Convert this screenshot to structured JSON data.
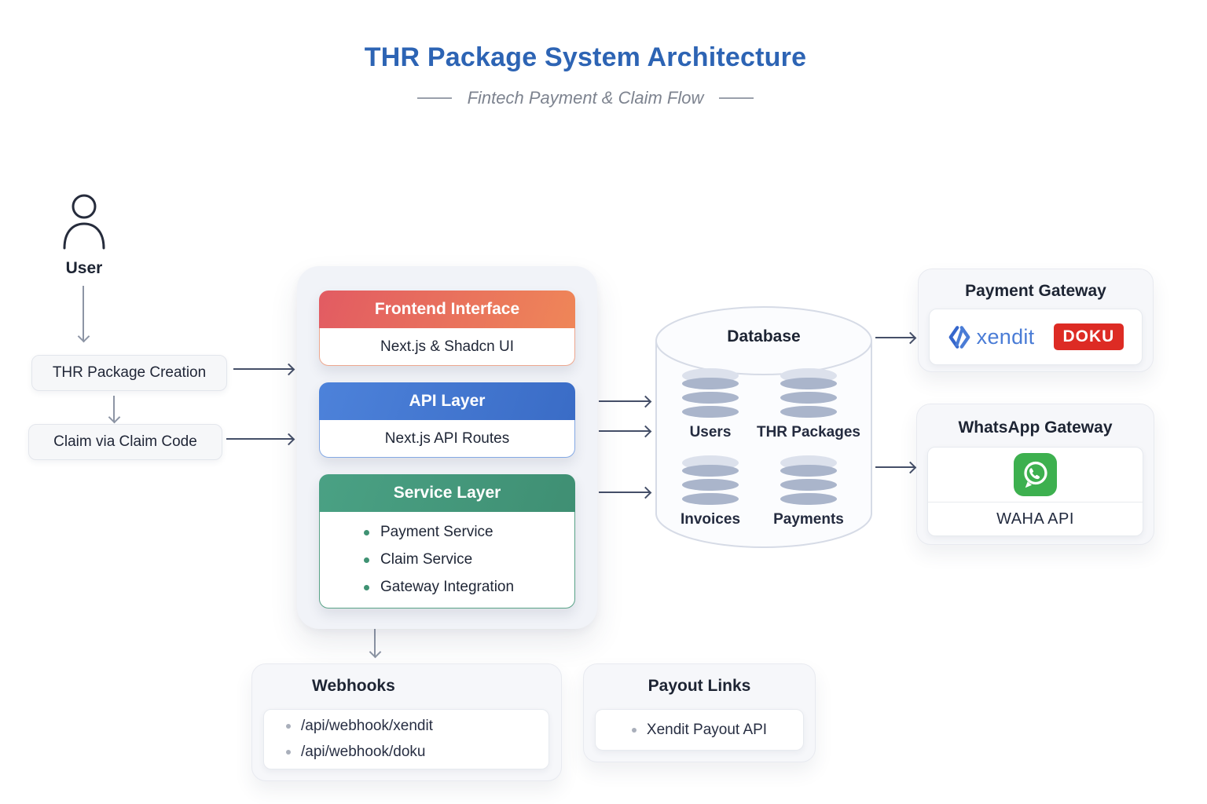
{
  "header": {
    "title": "THR Package System Architecture",
    "subtitle": "Fintech Payment & Claim Flow"
  },
  "actors": {
    "user_label": "User"
  },
  "flow_boxes": {
    "thr_creation": "THR Package Creation",
    "claim_code": "Claim via Claim Code"
  },
  "stack": {
    "frontend": {
      "title": "Frontend Interface",
      "tech": "Next.js & Shadcn UI"
    },
    "api": {
      "title": "API Layer",
      "tech": "Next.js API Routes"
    },
    "service": {
      "title": "Service Layer",
      "items": [
        "Payment Service",
        "Claim Service",
        "Gateway Integration"
      ]
    }
  },
  "database": {
    "title": "Database",
    "tables": [
      "Users",
      "THR Packages",
      "Invoices",
      "Payments"
    ]
  },
  "payment_gateway": {
    "title": "Payment Gateway",
    "providers": {
      "xendit": "xendit",
      "doku": "DOKU"
    }
  },
  "whatsapp_gateway": {
    "title": "WhatsApp Gateway",
    "api": "WAHA API"
  },
  "webhooks": {
    "title": "Webhooks",
    "endpoints": [
      "/api/webhook/xendit",
      "/api/webhook/doku"
    ]
  },
  "payout_links": {
    "title": "Payout Links",
    "items": [
      "Xendit Payout API"
    ]
  },
  "colors": {
    "title_blue": "#2d64b4",
    "frontend_gradient_start": "#e25b62",
    "frontend_gradient_end": "#ef8658",
    "api_gradient_start": "#4d82da",
    "api_gradient_end": "#3a6cc6",
    "service_gradient_start": "#4aa184",
    "service_gradient_end": "#3f8f73",
    "service_bullet_green": "#3f9273",
    "doku_red": "#dd2b24",
    "xendit_blue": "#4a7cd6",
    "whatsapp_green": "#3db04f",
    "arrow_dark": "#454f68",
    "arrow_light": "#8d95a5",
    "cylinder_band": "#aab5cb"
  }
}
